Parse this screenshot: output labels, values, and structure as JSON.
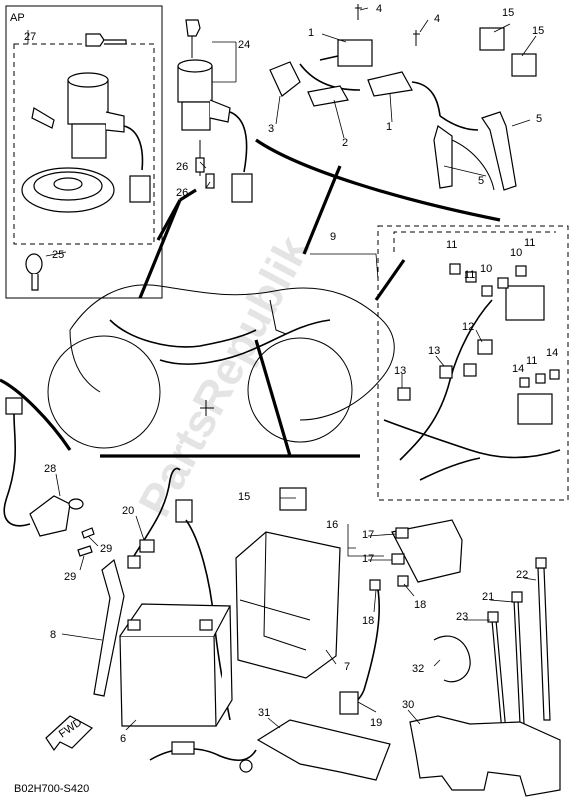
{
  "diagram_code": "B02H700-S420",
  "ap_label": "AP",
  "watermark": "PartsRepublik",
  "fwd_label": "FWD",
  "callouts": {
    "n1a": "1",
    "n1b": "1",
    "n2": "2",
    "n3": "3",
    "n4a": "4",
    "n4b": "4",
    "n5a": "5",
    "n5b": "5",
    "n6": "6",
    "n7": "7",
    "n8": "8",
    "n9": "9",
    "n10a": "10",
    "n10b": "10",
    "n11a": "11",
    "n11b": "11",
    "n11c": "11",
    "n11d": "11",
    "n12": "12",
    "n13a": "13",
    "n13b": "13",
    "n14a": "14",
    "n14b": "14",
    "n15a": "15",
    "n15b": "15",
    "n15c": "15",
    "n16": "16",
    "n17a": "17",
    "n17b": "17",
    "n18a": "18",
    "n18b": "18",
    "n19": "19",
    "n20": "20",
    "n21": "21",
    "n22": "22",
    "n23": "23",
    "n24": "24",
    "n25": "25",
    "n26a": "26",
    "n26b": "26",
    "n27": "27",
    "n28": "28",
    "n29a": "29",
    "n29b": "29",
    "n30": "30",
    "n31": "31",
    "n32": "32"
  }
}
